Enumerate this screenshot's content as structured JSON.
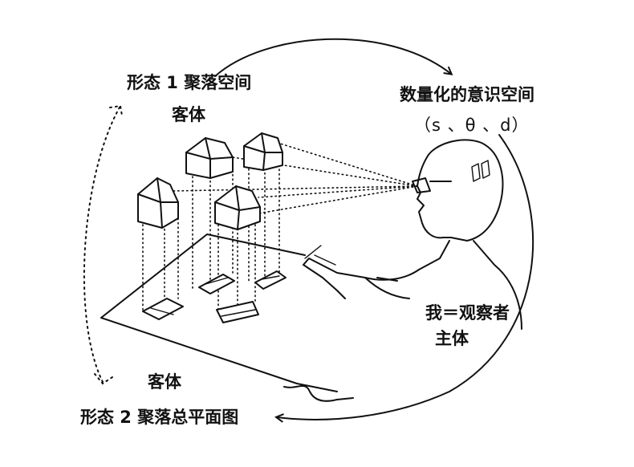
{
  "labels": {
    "form1": "形态 1 聚落空间",
    "object_top": "客体",
    "quantified_space": "数量化的意识空间",
    "parameters": "（s 、θ 、d）",
    "observer": "我＝观察者",
    "subject": "主体",
    "object_bottom": "客体",
    "form2": "形态 2 聚落总平面图"
  },
  "colors": {
    "ink": "#111111",
    "paper": "#ffffff"
  }
}
